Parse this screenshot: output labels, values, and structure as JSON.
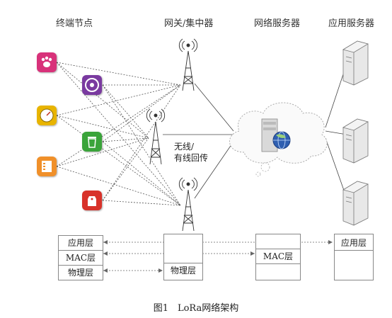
{
  "headers": {
    "end_nodes": "终端节点",
    "gateway": "网关/集中器",
    "network_server": "网络服务器",
    "app_server": "应用服务器"
  },
  "link_label_line1": "无线/",
  "link_label_line2": "有线回传",
  "end_node_icons": [
    {
      "name": "paw-icon",
      "color": "#d8327a"
    },
    {
      "name": "disc-icon",
      "color": "#7a3aa0"
    },
    {
      "name": "gauge-icon",
      "color": "#e8b400"
    },
    {
      "name": "trash-icon",
      "color": "#3aa43a"
    },
    {
      "name": "panel-icon",
      "color": "#f0902a"
    },
    {
      "name": "tag-icon",
      "color": "#d8322a"
    }
  ],
  "stacks": {
    "end_node": [
      "应用层",
      "MAC层",
      "物理层"
    ],
    "gateway": [
      "物理层"
    ],
    "network_server": [
      "MAC层"
    ],
    "app_server": [
      "应用层"
    ]
  },
  "caption": "图1　LoRa网络架构"
}
